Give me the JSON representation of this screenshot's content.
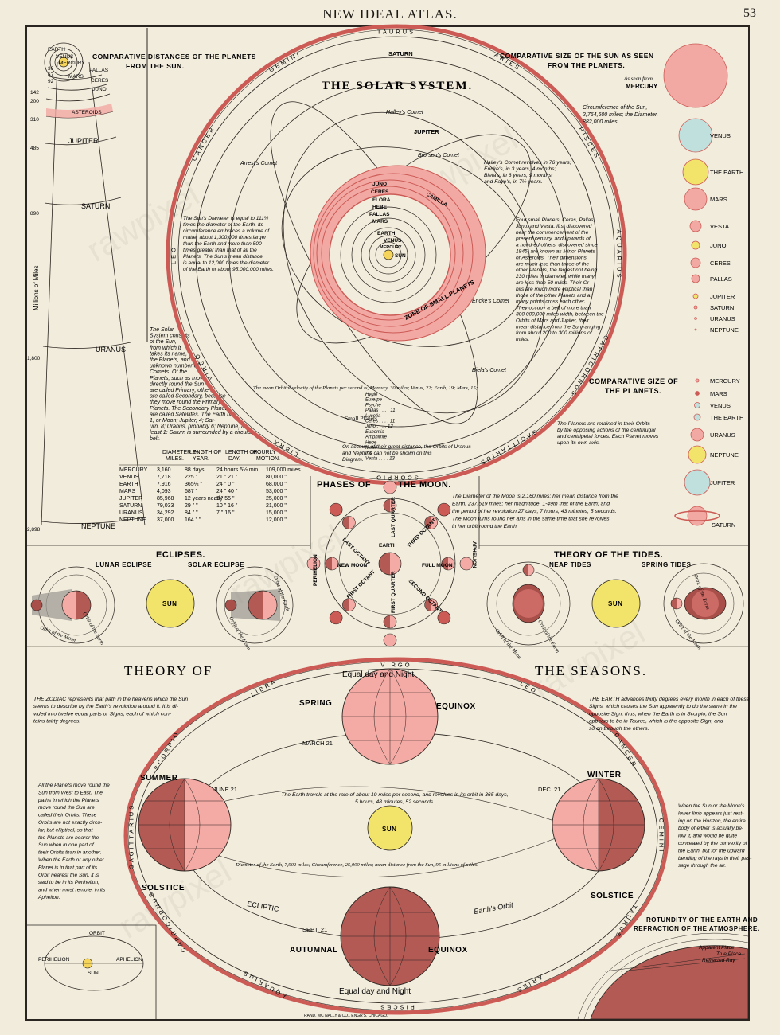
{
  "header": {
    "title": "NEW IDEAL ATLAS.",
    "page_number": "53"
  },
  "solar_system": {
    "title": "THE SOLAR SYSTEM.",
    "saturn": "SATURN",
    "jupiter": "JUPITER",
    "halley": "Halley's Comet",
    "arrest": "Arrest's Comet",
    "brorsen": "Brorsen's Comet",
    "encke": "Encke's Comet",
    "biela": "Biela's Comet",
    "camilla": "CAMILLA",
    "zone": "ZONE OF SMALL PLANETS",
    "inner": [
      "JUNO",
      "CERES",
      "FLORA",
      "HEBE",
      "PALLAS",
      "MARS",
      "EARTH",
      "VENUS",
      "MERCURY",
      "SUN"
    ],
    "comet_note": [
      "Halley's Comet revolves in 76 years;",
      "Encke's, in 3 years, 4 months;",
      "Biela's, in 6 years, 9 months;",
      "and Faye's, in 7½ years."
    ],
    "sun_note": [
      "The Sun's Diameter is equal to 111½",
      "times the diameter of the Earth. Its",
      "circumference embraces a volume of",
      "matter about 1,300,000 times larger",
      "than the Earth and more than 500",
      "times greater than that of all the",
      "Planets. The Sun's mean distance",
      "is equal to 12,000 times the diameter",
      "of the Earth or about 95,000,000 miles."
    ],
    "small_note": [
      "Four small Planets, Ceres, Pallas,",
      "Juno, and Vesta, first discovered",
      "near the commencement of the",
      "present century, and upwards of",
      "a hundred others, discovered since",
      "1845, are known as Minor Planets",
      "or Asteroids. Their dimensions",
      "are much less than those of the",
      "other Planets, the largest not being",
      "230 miles in diameter, while many",
      "are less than 50 miles. Their Or-",
      "bits are much more elliptical than",
      "those of the other Planets and at",
      "many points cross each other.",
      "They occupy a belt of more than",
      "300,000,000 miles width, between the",
      "Orbits of Mars and Jupiter, their",
      "mean distance from the Sun ranging",
      "from about 200 to 300 millions of",
      "miles."
    ],
    "velocity": "The mean Orbital velocity of the Planets per second is, Mercury, 30 miles; Venus, 22; Earth, 19; Mars, 15;",
    "small_planets_label": "Small Planets",
    "small_list": [
      "Hygie",
      "Euterpe",
      "Psyche",
      "Pallas . . . . 11",
      "Lucetia",
      "Ceres . . . . 11",
      "Juno . . . . 12",
      "Eunomia",
      "Amphitrite",
      "Hebe",
      "Metis",
      "Iris",
      "Vesta . . . . 13"
    ],
    "uranus_note": [
      "On account of their great distance, the Orbits of Uranus",
      "and Neptune can not be shown on this",
      "Diagram."
    ],
    "zodiac": [
      "CANCER",
      "GEMINI",
      "TAURUS",
      "ARIES",
      "PISCES",
      "AQUARIUS",
      "CAPRICORNUS",
      "SAGITTARIUS",
      "SCORPIO",
      "LIBRA",
      "VIRGO",
      "LEO"
    ]
  },
  "distances": {
    "title": [
      "COMPARATIVE DISTANCES OF THE PLANETS",
      "FROM THE SUN."
    ],
    "axis_label": "Millions of Miles",
    "ticks": [
      "142",
      "200",
      "310",
      "485",
      "890",
      "1,800",
      "2,898"
    ],
    "small_ticks": [
      "36",
      "67",
      "92"
    ],
    "planets": [
      "EARTH",
      "VENUS",
      "MERCURY",
      "MARS",
      "PALLAS",
      "CERES",
      "JUNO",
      "ASTEROIDS",
      "JUPITER",
      "SATURN",
      "URANUS",
      "NEPTUNE"
    ],
    "solar_text": [
      "The Solar",
      "System consists",
      "of the Sun,",
      "from which it",
      "takes its name,",
      "the Planets, and an",
      "unknown number of",
      "Comets. Of the",
      "Planets, such as move",
      "directly round the Sun",
      "are called Primary; others",
      "are called Secondary, because",
      "they move round the Primary",
      "Planets. The Secondary Planets",
      "are called Satellites. The Earth has",
      "1, or Moon; Jupiter, 4; Sat-",
      "urn, 8; Uranus, probably 6; Neptune, at",
      "least 1: Saturn is surrounded by a circular",
      "belt."
    ]
  },
  "data_table": {
    "headers": [
      "DIAMETER IN MILES.",
      "LENGTH OF YEAR.",
      "LENGTH OF DAY.",
      "HOURLY MOTION."
    ],
    "rows": [
      [
        "MERCURY",
        "3,160",
        "88 days",
        "24 hours 5½ min.",
        "109,000 miles"
      ],
      [
        "VENUS",
        "7,718",
        "225 \"",
        "21 \" 21 \"",
        "80,000 \""
      ],
      [
        "EARTH",
        "7,916",
        "365¼ \"",
        "24 \" 0 \"",
        "68,000 \""
      ],
      [
        "MARS",
        "4,093",
        "687 \"",
        "24 \" 40 \"",
        "53,000 \""
      ],
      [
        "JUPITER",
        "85,968",
        "12 years nearly",
        "9 \" 55 \"",
        "25,000 \""
      ],
      [
        "SATURN",
        "79,033",
        "29 \" \"",
        "10 \" 16 \"",
        "21,000 \""
      ],
      [
        "URANUS",
        "34,292",
        "84 \" \"",
        "7 \" 16 \"",
        "15,000 \""
      ],
      [
        "NEPTUNE",
        "37,000",
        "164 \" \"",
        "",
        "12,000 \""
      ]
    ]
  },
  "sun_size": {
    "title": [
      "COMPARATIVE SIZE OF THE SUN AS SEEN",
      "FROM THE PLANETS."
    ],
    "as_seen": "As seen from",
    "circ_note": [
      "Circumference of the Sun,",
      "2,764,600 miles; the Diameter,",
      "882,000 miles."
    ],
    "items": [
      "MERCURY",
      "VENUS",
      "THE EARTH",
      "MARS",
      "VESTA",
      "JUNO",
      "CERES",
      "PALLAS",
      "JUPITER",
      "SATURN",
      "URANUS",
      "NEPTUNE"
    ]
  },
  "planet_size": {
    "title": [
      "COMPARATIVE SIZE OF",
      "THE PLANETS."
    ],
    "items": [
      "MERCURY",
      "MARS",
      "VENUS",
      "THE EARTH",
      "URANUS",
      "NEPTUNE",
      "JUPITER",
      "SATURN"
    ],
    "note": [
      "The Planets are retained in their Orbits",
      "by the opposing actions of the centrifugal",
      "and centripetal forces. Each Planet moves",
      "upon its own axis."
    ]
  },
  "moon": {
    "title_left": "PHASES OF",
    "title_right": "THE MOON.",
    "labels": [
      "EARTH",
      "NEW MOON",
      "FULL MOON",
      "FIRST QUARTER",
      "LAST QUARTER",
      "FIRST OCTANT",
      "LAST OCTANT",
      "SECOND OCTANT",
      "THIRD OCTANT",
      "PERIHELION",
      "APHELION"
    ],
    "note": [
      "The Diameter of the Moon is 2,160 miles; her mean distance from the",
      "Earth, 237,519 miles; her magnitude, 1-49th that of the Earth; and",
      "the period of her revolution 27 days, 7 hours, 43 minutes, 5 seconds.",
      "The Moon turns round her axis in the same time that she revolves",
      "in her orbit round the Earth."
    ]
  },
  "eclipses": {
    "title": "ECLIPSES.",
    "lunar": "LUNAR ECLIPSE",
    "solar": "SOLAR ECLIPSE",
    "sun": "SUN",
    "orbit_moon": "Orbit of the Moon",
    "orbit_earth": "Orbit of the Earth"
  },
  "tides": {
    "title": "THEORY OF THE TIDES.",
    "neap": "NEAP TIDES",
    "spring": "SPRING TIDES",
    "sun": "SUN",
    "orbit_moon": "Orbit of the Moon",
    "orbit_earth": "Orbit of the Earth"
  },
  "seasons": {
    "title_left": "THEORY OF",
    "title_right": "THE SEASONS.",
    "equal_top": "Equal day and Night",
    "equal_bottom": "Equal day and Night",
    "spring": "SPRING",
    "equinox": "EQUINOX",
    "summer": "SUMMER",
    "solstice": "SOLSTICE",
    "winter": "WINTER",
    "autumnal": "AUTUMNAL",
    "sun": "SUN",
    "march": "MARCH 21",
    "june": "JUNE 21",
    "dec": "DEC. 21",
    "sept": "SEPT. 21",
    "ecliptic": "ECLIPTIC",
    "earths_orbit": "Earth's Orbit",
    "travel": [
      "The Earth travels at the rate of about 19 miles per second, and revolves in its orbit in 365 days,",
      "5 hours, 48 minutes, 52 seconds."
    ],
    "diameter": "Diameter of the Earth, 7,902 miles; Circumference, 25,000 miles; mean distance from the Sun, 95 millions of miles.",
    "zodiac_text": [
      "THE ZODIAC represents that path in the heavens which the Sun",
      "seems to describe by the Earth's revolution around it. It is di-",
      "vided into twelve equal parts or Signs, each of which con-",
      "tains thirty degrees."
    ],
    "earth_text": [
      "THE EARTH advances thirty degrees every month in each of these",
      "Signs, which causes the Sun apparently to do the same in the",
      "opposite Sign; thus, when the Earth is in Scorpio, the Sun",
      "appears to be in Taurus, which is the opposite Sign, and",
      "so on through the others."
    ],
    "orbits_text": [
      "All the Planets move round the",
      "Sun from West to East. The",
      "paths in which the Planets",
      "move round the Sun are",
      "called their Orbits. These",
      "Orbits are not exactly circu-",
      "lar, but elliptical, so that",
      "the Planets are nearer the",
      "Sun when in one part of",
      "their Orbits than in another.",
      "When the Earth or any other",
      "Planet is in that part of its",
      "Orbit nearest the Sun, it is",
      "said to be in its Perihelion;",
      "and when most remote, in its",
      "Aphelion."
    ],
    "refraction_text": [
      "When the Sun or the Moon's",
      "lower limb appears just rest-",
      "ing on the Horizon, the entire",
      "body of either is actually be-",
      "low it, and would be quite",
      "concealed by the convexity of",
      "the Earth, but for the upward",
      "bending of the rays in their pas-",
      "sage through the air."
    ],
    "zodiac_ring": [
      "LIBRA",
      "VIRGO",
      "LEO",
      "CANCER",
      "GEMINI",
      "TAURUS",
      "ARIES",
      "PISCES",
      "AQUARIUS",
      "CAPRICORNUS",
      "SAGITTARIUS",
      "SCORPIO"
    ]
  },
  "perihelion_box": {
    "orbit": "ORBIT",
    "perihelion": "PERIHELION",
    "sun": "SUN",
    "aphelion": "APHELION"
  },
  "rotundity": {
    "title": [
      "ROTUNDITY OF THE EARTH AND",
      "REFRACTION OF THE ATMOSPHERE."
    ],
    "apparent": "Apparent Place",
    "true": "True Place",
    "refracted": "Refracted Ray"
  },
  "imprint": "RAND, MC NALLY & CO., ENGR'S, CHICAGO.",
  "watermark": "rawpixel",
  "colors": {
    "pink": "#f2a9a4",
    "red": "#cc5a55",
    "deep": "#a84f4a",
    "yellow": "#f2e46b",
    "blue": "#bfe0dc",
    "paper": "#f2ecdc"
  }
}
